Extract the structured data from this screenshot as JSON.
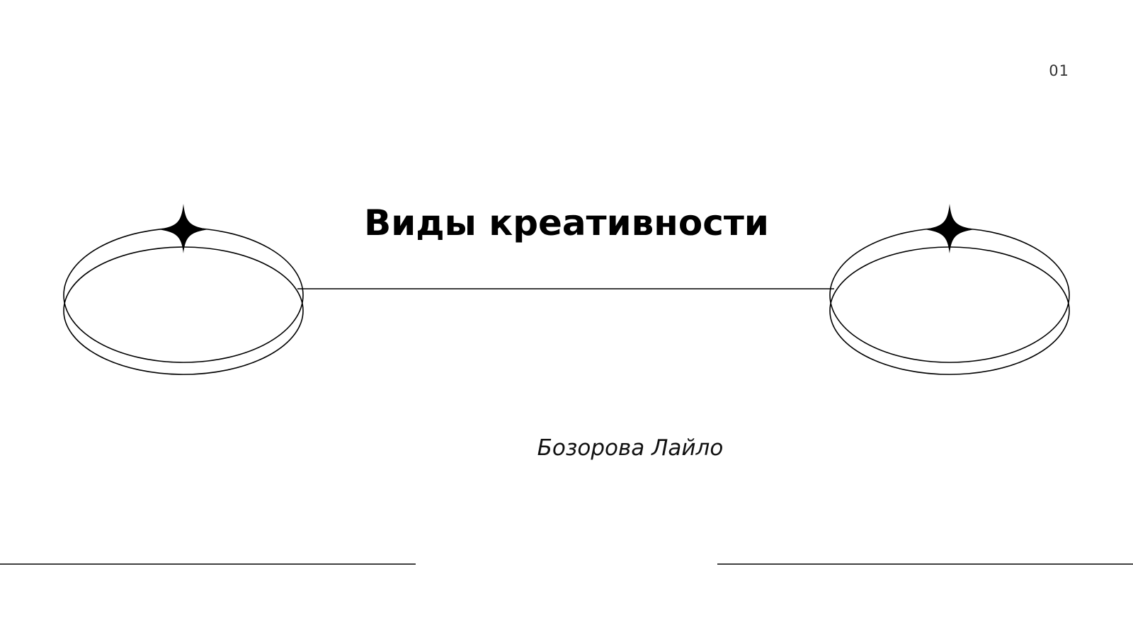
{
  "slide": {
    "page_number": "01",
    "title": "Виды креативности",
    "author": "Бозорова Лайло"
  },
  "icons": {
    "left_ellipse": "double-ring-icon",
    "left_star": "four-point-star-icon",
    "right_ellipse": "double-ring-icon",
    "right_star": "four-point-star-icon"
  },
  "colors": {
    "background": "#ffffff",
    "ink": "#000000",
    "page_number": "#333333"
  }
}
